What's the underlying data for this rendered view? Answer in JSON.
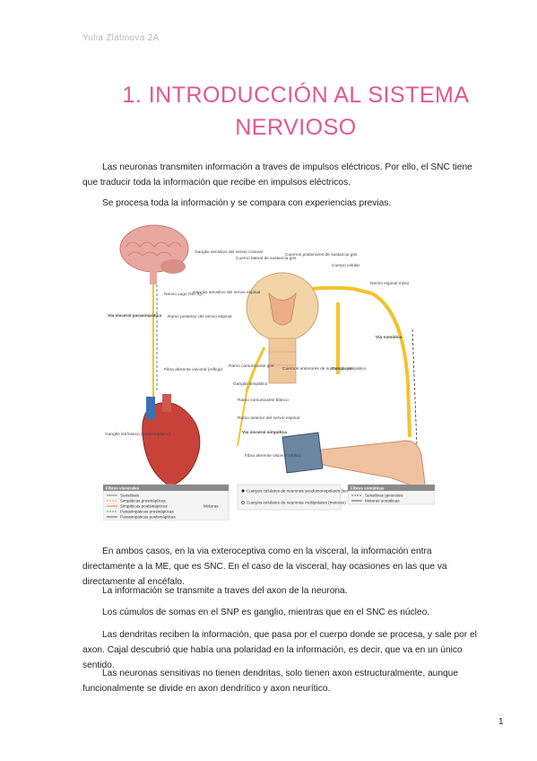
{
  "header": {
    "author": "Yulia Zlatinova 2A"
  },
  "title": {
    "line1": "1.  INTRODUCCIÓN AL SISTEMA",
    "line2": "NERVIOSO"
  },
  "paragraphs": [
    "Las neuronas transmiten información a traves de impulsos eléctricos. Por ello, el SNC tiene que traducir toda la información que recibe en impulsos eléctricos.",
    "Se procesa toda la información y se compara con experiencias previas.",
    "En ambos casos, en la via exteroceptiva como en la visceral, la información entra directamente a la ME, que es SNC.  En el caso de la visceral, hay ocasiones en las que va directamente al encéfalo.",
    "La información se transmite a traves del axon de la neurona.",
    "Los cúmulos de somas en el SNP es ganglio, mientras que en el SNC es núcleo.",
    "Las dendritas reciben la información, que pasa por el cuerpo donde se procesa, y sale por el axon. Cajal descubrió que había una polaridad en la información, es decir, que va en un único sentido.",
    "Las neuronas sensitivas no tienen dendritas, solo tienen axon estructuralmente, aunque funcionalmente se divide en axon dendrítico y axon neurítico."
  ],
  "figure": {
    "labels": {
      "ganglio_craneal": "Ganglio sensitivo del nervio craneal",
      "nervio_vago": "Nervio vago (NC X)",
      "ganglio_espinal": "Ganglio sensitivo del nervio espinal",
      "cuerno_lateral": "Cuerno lateral de sustancia gris",
      "cuernos_posteriores": "Cuernos posteriores de sustancia gris",
      "cuerpo_celular": "Cuerpo celular",
      "nervio_espinal_mixto": "Nervio espinal mixto",
      "via_parasimpatica": "Vía visceral parasimpática",
      "ramo_posterior": "Ramo posterior del nervio espinal",
      "via_somatica": "Vía somática",
      "fibra_aferente_refleja": "Fibra aferente visceral (refleja)",
      "ramo_gris": "Ramo comunicante gris",
      "cuernos_anteriores": "Cuernos anteriores de sustancia gris",
      "ganglio_simpatico_a": "Ganglio simpático",
      "ganglio_simpatico_b": "Ganglio simpático",
      "ramo_blanco": "Ramo comunicante blanco",
      "ramo_anterior": "Ramo anterior del nervio espinal",
      "ganglio_intrinseco": "Ganglio intrínseco (parasimpático)",
      "via_simpatica": "Vía visceral simpática",
      "fibra_aferente_dolor": "Fibra aferente visceral (dolor)"
    },
    "legend": {
      "visceral_title": "Fibras viscerales",
      "visceral_items": [
        "Sensitivas",
        "Simpáticas presinápticas",
        "Simpáticas postsinápticas",
        "Parasimpáticas presinápticas",
        "Parasimpáticas postsinápticas"
      ],
      "motoras": "Motoras",
      "cuerpos_sensitivas": "Cuerpos celulares de neuronas seudomonopolares (sensitivas)",
      "cuerpos_motoras": "Cuerpos celulares de neuronas multipolares (motoras)",
      "somatic_title": "Fibras somáticas",
      "somatic_items": [
        "Sensitivas generales",
        "Motoras somáticas"
      ]
    }
  },
  "page_number": "1",
  "colors": {
    "title": "#e0598b",
    "nerve": "#f2c230",
    "brain": "#e8a7a0"
  }
}
